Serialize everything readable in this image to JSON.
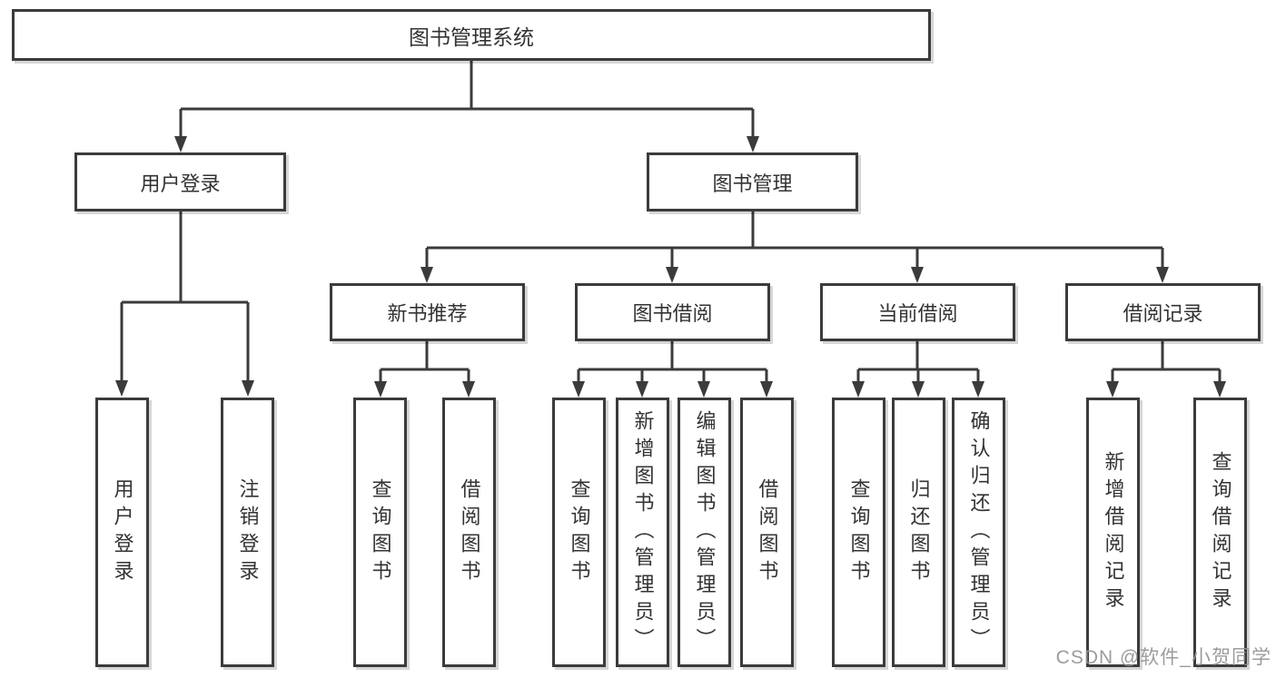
{
  "nodes": {
    "root": "图书管理系统",
    "level2": [
      {
        "label": "用户登录"
      },
      {
        "label": "图书管理"
      }
    ],
    "level3": [
      {
        "label": "新书推荐"
      },
      {
        "label": "图书借阅"
      },
      {
        "label": "当前借阅"
      },
      {
        "label": "借阅记录"
      }
    ],
    "leaves_login": [
      "用户登录",
      "注销登录"
    ],
    "leaves_recommend": [
      "查询图书",
      "借阅图书"
    ],
    "leaves_borrow": [
      "查询图书",
      "新增图书（管理员）",
      "编辑图书（管理员）",
      "借阅图书"
    ],
    "leaves_current": [
      "查询图书",
      "归还图书",
      "确认归还（管理员）"
    ],
    "leaves_records": [
      "新增借阅记录",
      "查询借阅记录"
    ]
  },
  "watermark": "CSDN @软件_小贺同学",
  "colors": {
    "line": "#3b3b3b",
    "text": "#333333",
    "background": "#ffffff",
    "watermark": "#949494"
  }
}
